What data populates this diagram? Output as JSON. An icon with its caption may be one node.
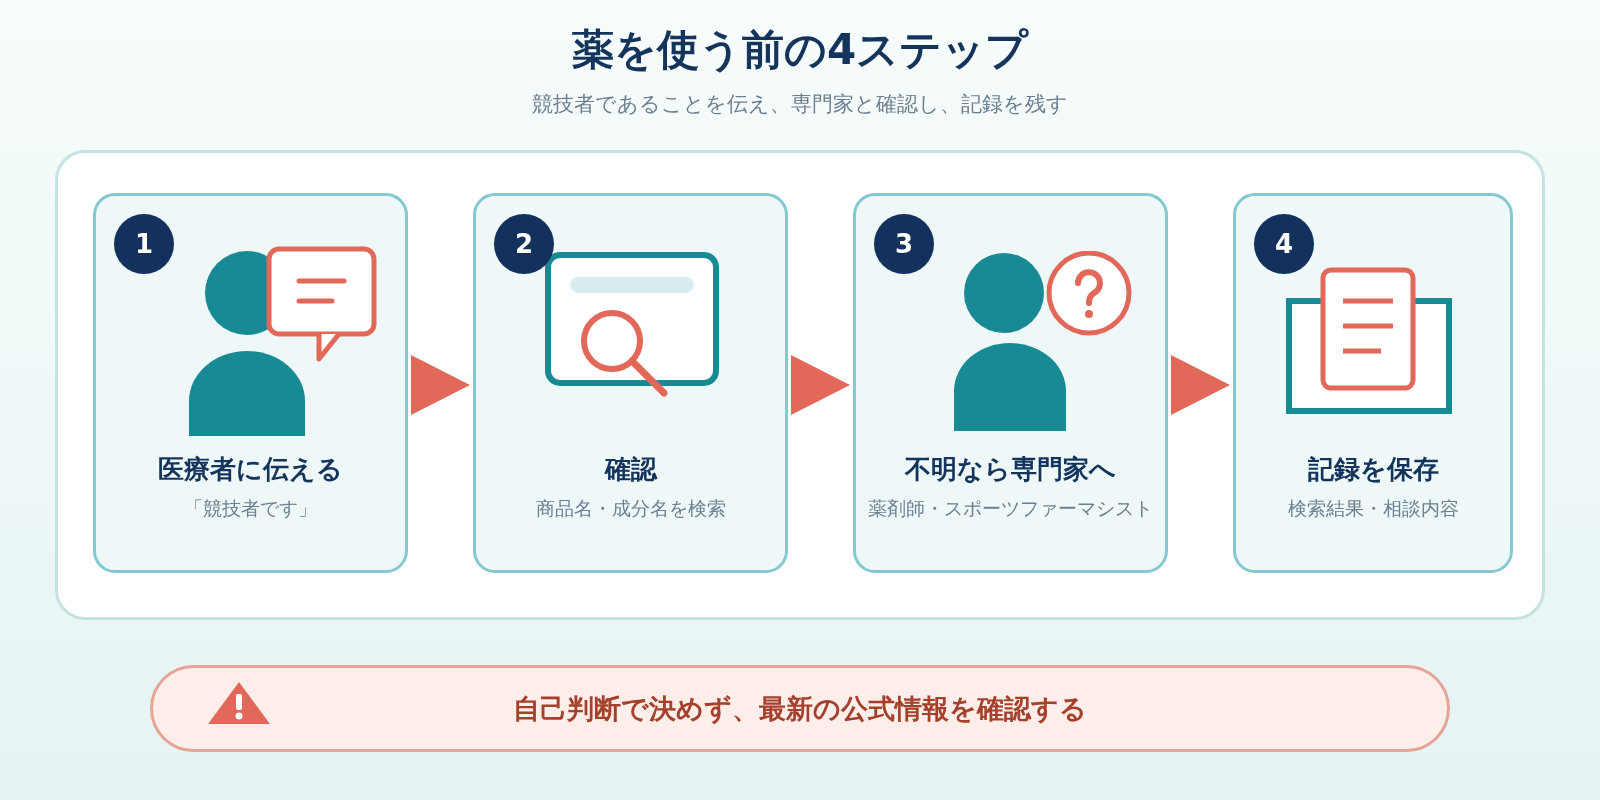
{
  "diagram": {
    "title": "薬を使う前の4ステップ",
    "caption": "競技者であることを伝え、専門家と確認し、記録を残す",
    "nodes": [
      {
        "text": [],
        "shape": "box"
      },
      {
        "text": [
          "1",
          "医療者に伝える",
          "「競技者です」"
        ],
        "in": 0
      },
      {
        "text": [
          "2",
          "確認",
          "商品名・成分名を検索"
        ],
        "in": 0
      },
      {
        "text": [
          "3",
          "不明なら専門家へ",
          "薬剤師・スポーツファーマシスト"
        ],
        "in": 0
      },
      {
        "text": [
          "4",
          "記録を保存",
          "検索結果・相談内容"
        ],
        "in": 0
      },
      {
        "text": [
          "自己判断で決めず、最新の公式情報を確認する"
        ]
      }
    ],
    "edges": [
      {
        "from": 1,
        "to": 2,
        "arrow": "to"
      },
      {
        "from": 2,
        "to": 3,
        "arrow": "to"
      },
      {
        "from": 3,
        "to": 4,
        "arrow": "to"
      }
    ]
  }
}
